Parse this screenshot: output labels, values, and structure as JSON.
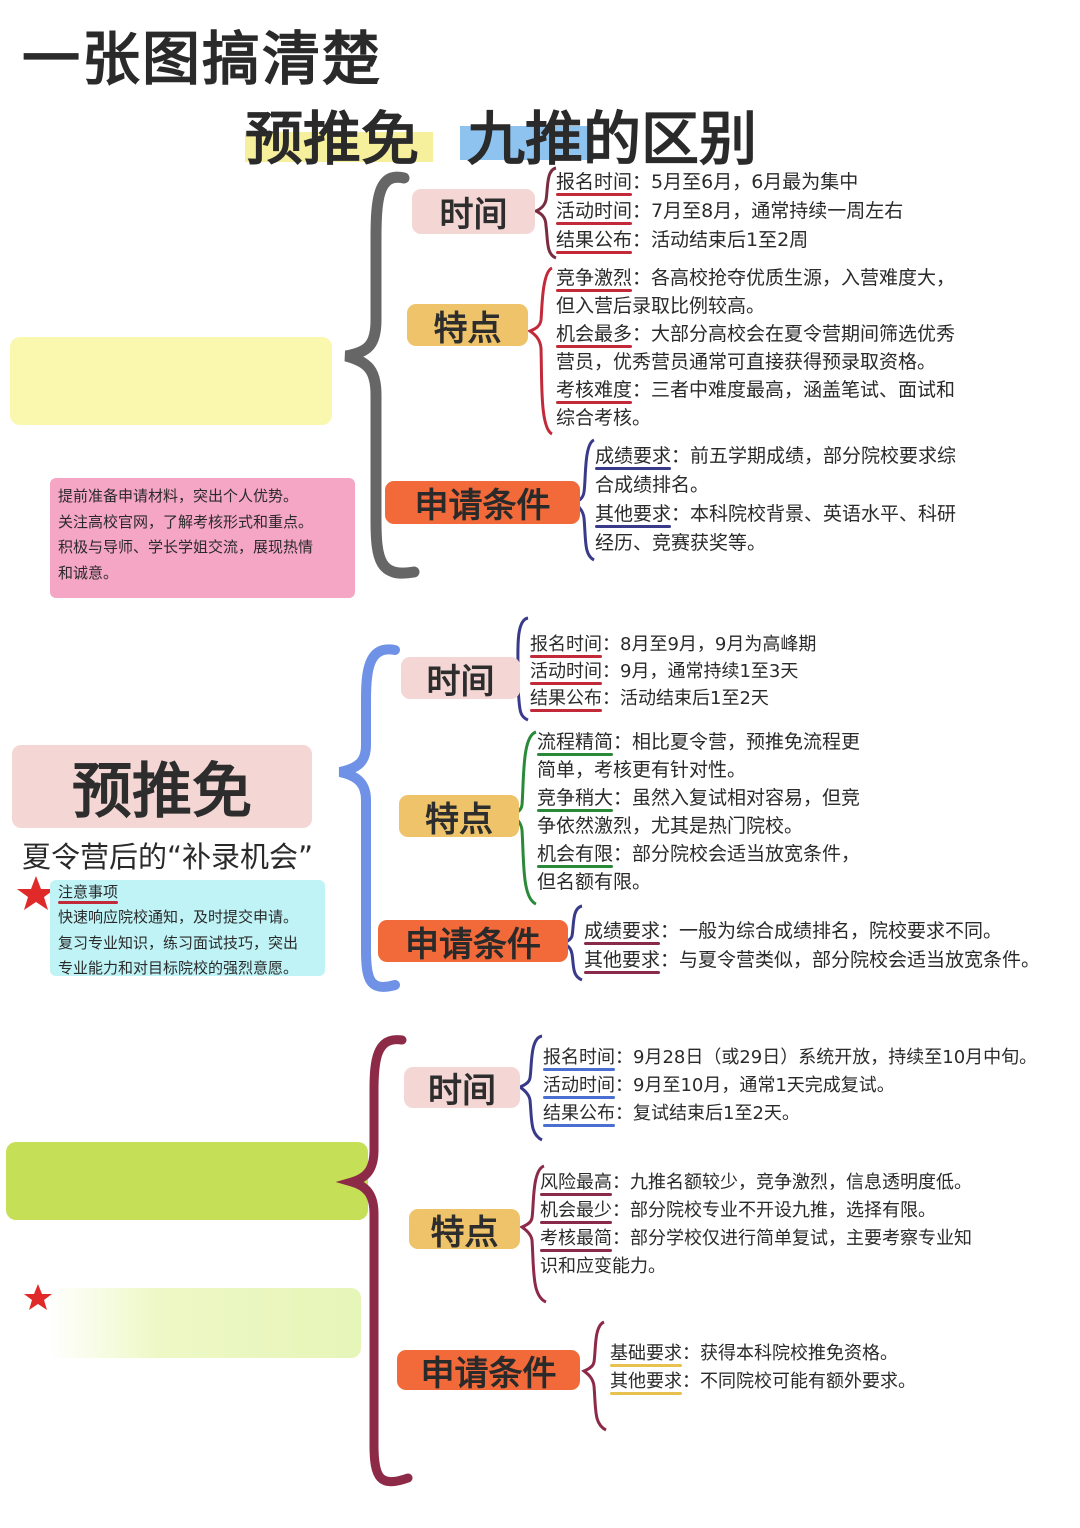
{
  "title": {
    "line1": "一张图搞清楚",
    "part_a": "预推免",
    "part_b": "九推的区别"
  },
  "section1": {
    "time_label": "时间",
    "time_lines": [
      {
        "key": "报名时间",
        "text": "：5月至6月，6月最为集中"
      },
      {
        "key": "活动时间",
        "text": "：7月至8月，通常持续一周左右"
      },
      {
        "key": "结果公布",
        "text": "：活动结束后1至2周"
      }
    ],
    "feature_label": "特点",
    "feature_lines": [
      {
        "key": "竞争激烈",
        "text": "：各高校抢夺优质生源，入营难度大，"
      },
      {
        "key": "",
        "text": "但入营后录取比例较高。"
      },
      {
        "key": "机会最多",
        "text": "：大部分高校会在夏令营期间筛选优秀"
      },
      {
        "key": "",
        "text": "营员，优秀营员通常可直接获得预录取资格。"
      },
      {
        "key": "考核难度",
        "text": "：三者中难度最高，涵盖笔试、面试和"
      },
      {
        "key": "",
        "text": "综合考核。"
      }
    ],
    "cond_label": "申请条件",
    "cond_lines": [
      {
        "key": "成绩要求",
        "text": "：前五学期成绩，部分院校要求综"
      },
      {
        "key": "",
        "text": "合成绩排名。"
      },
      {
        "key": "其他要求",
        "text": "：本科院校背景、英语水平、科研"
      },
      {
        "key": "",
        "text": "经历、竞赛获奖等。"
      }
    ],
    "note_lines": [
      "提前准备申请材料，突出个人优势。",
      "关注高校官网，了解考核形式和重点。",
      "积极与导师、学长学姐交流，展现热情",
      "和诚意。"
    ]
  },
  "section2": {
    "name": "预推免",
    "subtitle": "夏令营后的“补录机会”",
    "note_title": "注意事项",
    "note_lines": [
      "快速响应院校通知，及时提交申请。",
      "复习专业知识，练习面试技巧，突出",
      "专业能力和对目标院校的强烈意愿。"
    ],
    "time_label": "时间",
    "time_lines": [
      {
        "key": "报名时间",
        "text": "：8月至9月，9月为高峰期"
      },
      {
        "key": "活动时间",
        "text": "：9月，通常持续1至3天"
      },
      {
        "key": "结果公布",
        "text": "：活动结束后1至2天"
      }
    ],
    "feature_label": "特点",
    "feature_lines": [
      {
        "key": "流程精简",
        "text": "：相比夏令营，预推免流程更"
      },
      {
        "key": "",
        "text": "简单，考核更有针对性。"
      },
      {
        "key": "竞争稍大",
        "text": "：虽然入复试相对容易，但竞"
      },
      {
        "key": "",
        "text": "争依然激烈，尤其是热门院校。"
      },
      {
        "key": "机会有限",
        "text": "：部分院校会适当放宽条件，"
      },
      {
        "key": "",
        "text": "但名额有限。"
      }
    ],
    "cond_label": "申请条件",
    "cond_lines": [
      {
        "key": "成绩要求",
        "text": "：一般为综合成绩排名，院校要求不同。"
      },
      {
        "key": "其他要求",
        "text": "：与夏令营类似，部分院校会适当放宽条件。"
      }
    ]
  },
  "section3": {
    "time_label": "时间",
    "time_lines": [
      {
        "key": "报名时间",
        "text": "：9月28日（或29日）系统开放，持续至10月中旬。"
      },
      {
        "key": "活动时间",
        "text": "：9月至10月，通常1天完成复试。"
      },
      {
        "key": "结果公布",
        "text": "：复试结束后1至2天。"
      }
    ],
    "feature_label": "特点",
    "feature_lines": [
      {
        "key": "风险最高",
        "text": "：九推名额较少，竞争激烈，信息透明度低。"
      },
      {
        "key": "机会最少",
        "text": "：部分院校专业不开设九推，选择有限。"
      },
      {
        "key": "考核最简",
        "text": "：部分学校仅进行简单复试，主要考察专业知"
      },
      {
        "key": "",
        "text": "识和应变能力。"
      }
    ],
    "cond_label": "申请条件",
    "cond_lines": [
      {
        "key": "基础要求",
        "text": "：获得本科院校推免资格。"
      },
      {
        "key": "其他要求",
        "text": "：不同院校可能有额外要求。"
      }
    ]
  },
  "colors": {
    "brace1": "#666666",
    "brace2": "#6f92e6",
    "brace3": "#8c2a48",
    "pill_pink": "#f4d7d4",
    "pill_gold": "#eec36a",
    "pill_orange": "#f26a3a"
  }
}
